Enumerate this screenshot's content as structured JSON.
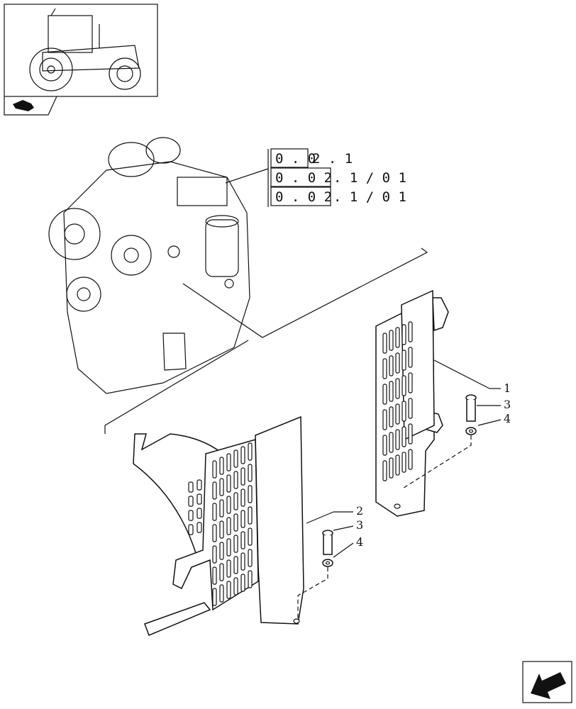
{
  "references": [
    {
      "boxed": "0 . 0",
      "rest": "2 . 1"
    },
    {
      "boxed": "0 . 0 2",
      "rest": ". 1 / 0 1"
    },
    {
      "boxed": "0 . 0 2",
      "rest": ". 1 / 0 1"
    }
  ],
  "callouts_right": [
    "1",
    "3",
    "4"
  ],
  "callouts_left": [
    "2",
    "3",
    "4"
  ],
  "icons": {
    "thumbnail": "tractor-thumbnail-icon",
    "section": "book-section-icon",
    "navigation": "next-page-arrow-icon"
  }
}
